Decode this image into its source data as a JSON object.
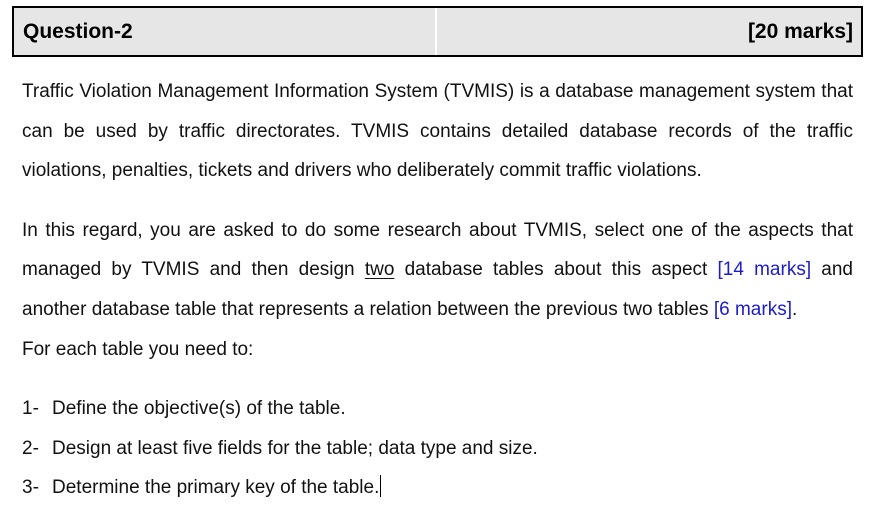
{
  "header": {
    "question_label": "Question-2",
    "total_marks": "[20 marks]"
  },
  "paragraphs": {
    "intro": "Traffic Violation Management Information System (TVMIS) is a database management system that can be used by traffic directorates. TVMIS contains detailed database records of the traffic violations, penalties, tickets and drivers who deliberately commit traffic violations.",
    "task": {
      "part1": "In this regard, you are asked to do some research about TVMIS, select one of the aspects that managed by TVMIS and then design ",
      "emphasis": "two",
      "part2": " database tables about this aspect ",
      "marks_a": "[14 marks]",
      "part3": " and another database table that represents a relation between the previous two tables ",
      "marks_b": "[6 marks]",
      "part4": ".",
      "followup": "For each table you need to:"
    }
  },
  "requirements": [
    {
      "number": "1-",
      "text": "Define the objective(s) of the table."
    },
    {
      "number": "2-",
      "text": "Design at least five fields for the table; data type and size."
    },
    {
      "number": "3-",
      "text": "Determine the primary key of the table."
    }
  ],
  "colors": {
    "header_fill": "#e6e6e6",
    "header_border": "#000000",
    "marks_accent": "#1c1cc8",
    "body_text": "#111111"
  }
}
